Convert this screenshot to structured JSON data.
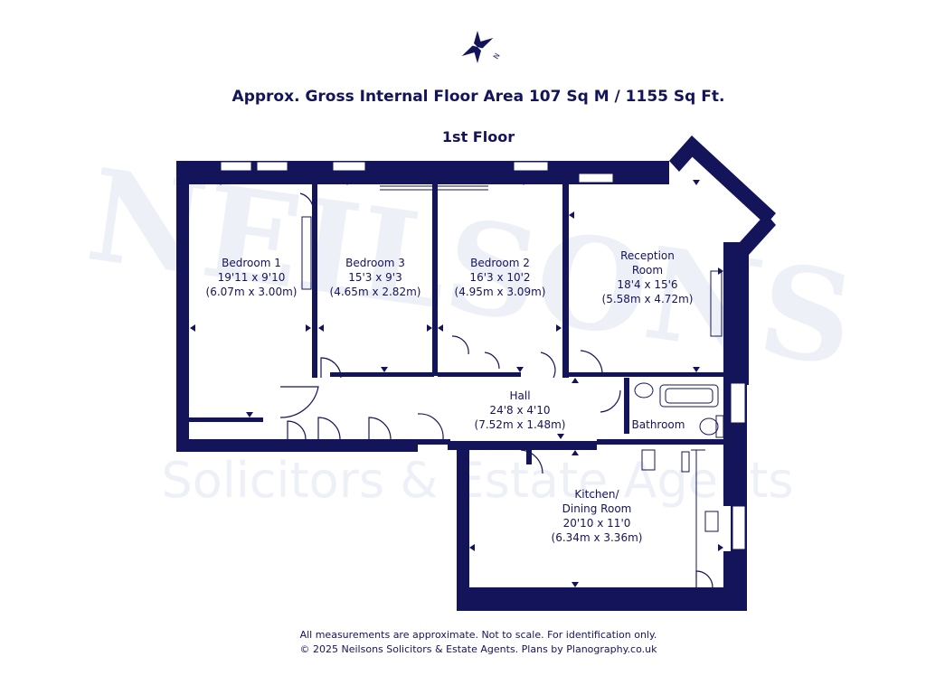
{
  "header": {
    "area": "Approx. Gross Internal Floor Area 107 Sq M / 1155 Sq Ft.",
    "floor": "1st Floor"
  },
  "watermark": {
    "brand": "NEILSONS",
    "tagline": "Solicitors & Estate Agents"
  },
  "rooms": {
    "bedroom1": {
      "name": "Bedroom 1",
      "imperial": "19'11 x 9'10",
      "metric": "(6.07m x 3.00m)"
    },
    "bedroom3": {
      "name": "Bedroom 3",
      "imperial": "15'3 x 9'3",
      "metric": "(4.65m x 2.82m)"
    },
    "bedroom2": {
      "name": "Bedroom 2",
      "imperial": "16'3 x 10'2",
      "metric": "(4.95m x 3.09m)"
    },
    "reception": {
      "name1": "Reception",
      "name2": "Room",
      "imperial": "18'4 x 15'6",
      "metric": "(5.58m x 4.72m)"
    },
    "hall": {
      "name": "Hall",
      "imperial": "24'8 x 4'10",
      "metric": "(7.52m x 1.48m)"
    },
    "bathroom": {
      "name": "Bathroom"
    },
    "kitchen": {
      "name1": "Kitchen/",
      "name2": "Dining Room",
      "imperial": "20'10 x 11'0",
      "metric": "(6.34m x 3.36m)"
    }
  },
  "compass": {
    "letter": "N"
  },
  "footer": {
    "disclaimer": "All measurements are approximate. Not to scale. For identification only.",
    "copyright": "© 2025 Neilsons Solicitors & Estate Agents. Plans by Planography.co.uk"
  },
  "colors": {
    "wall": "#14145a",
    "watermark": "#eef0f8"
  }
}
